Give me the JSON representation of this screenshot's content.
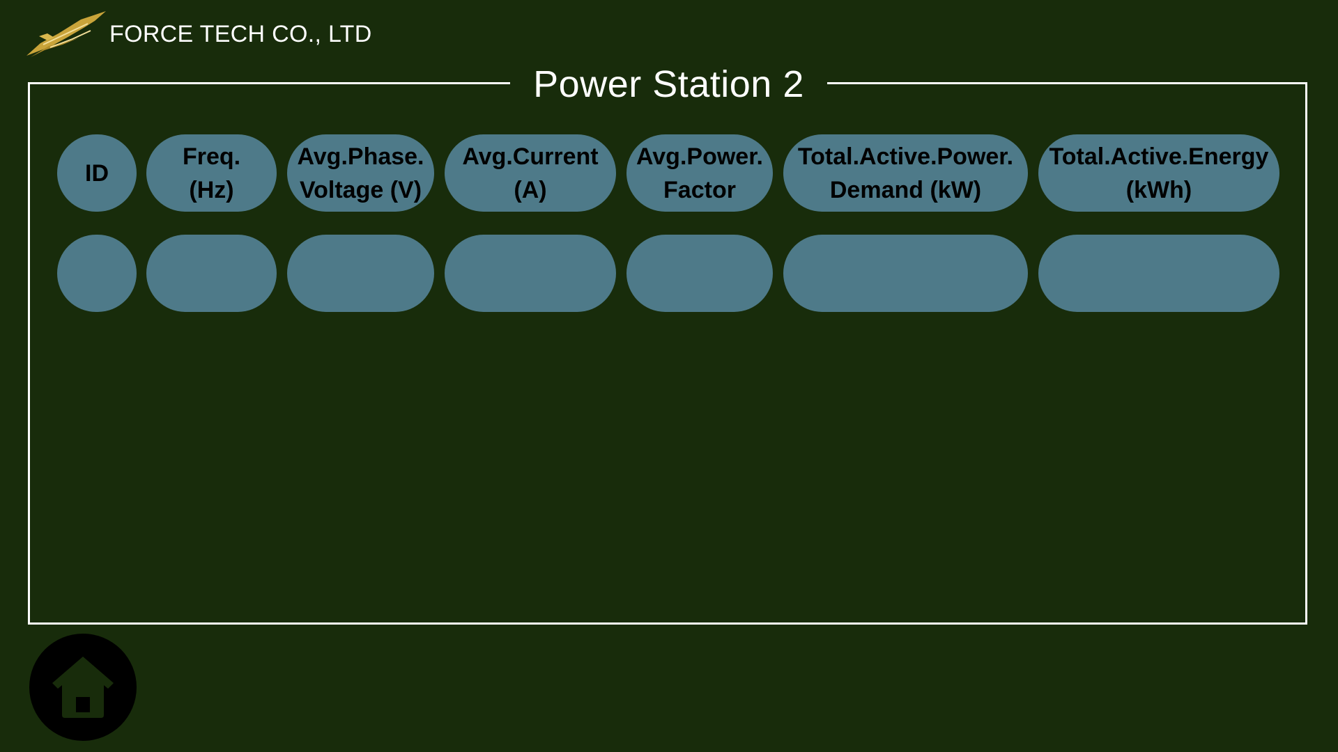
{
  "header": {
    "company_name": "FORCE TECH CO., LTD",
    "logo_icon": "eagle-wing-icon",
    "logo_color": "#c9a43a"
  },
  "panel": {
    "title": "Power Station 2"
  },
  "table": {
    "columns": [
      "ID",
      "Freq.\n(Hz)",
      "Avg.Phase.\nVoltage (V)",
      "Avg.Current\n(A)",
      "Avg.Power.\nFactor",
      "Total.Active.Power.\nDemand (kW)",
      "Total.Active.Energy\n(kWh)"
    ],
    "values": [
      "",
      "",
      "",
      "",
      "",
      "",
      ""
    ]
  },
  "footer": {
    "home_icon": "home-icon"
  },
  "colors": {
    "background": "#182c0b",
    "cell": "#4e7a89",
    "border": "#ffffff",
    "home_button": "#000000"
  }
}
